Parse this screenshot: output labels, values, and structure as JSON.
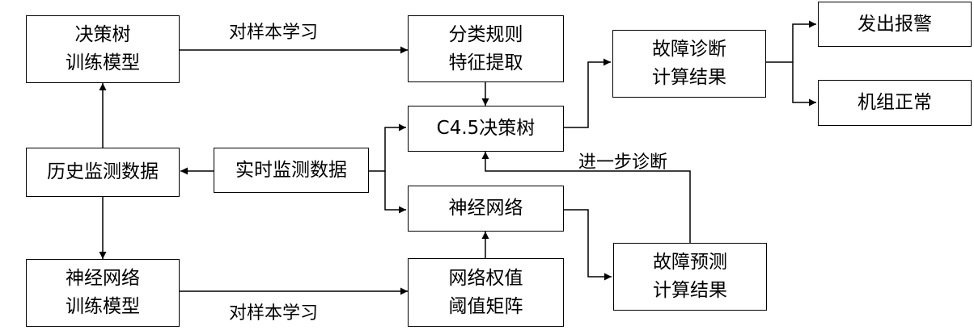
{
  "nodes": {
    "dt_train": "决策树\n训练模型",
    "history": "历史监测数据",
    "nn_train": "神经网络\n训练模型",
    "realtime": "实时监测数据",
    "rule_extract": "分类规则\n特征提取",
    "c45": "C4.5决策树",
    "nn": "神经网络",
    "weights": "网络权值\n阈值矩阵",
    "diag_result": "故障诊断\n计算结果",
    "pred_result": "故障预测\n计算结果",
    "alarm": "发出报警",
    "normal": "机组正常"
  },
  "edge_labels": {
    "learn_top": "对样本学习",
    "learn_bottom": "对样本学习",
    "further_diag": "进一步诊断"
  }
}
